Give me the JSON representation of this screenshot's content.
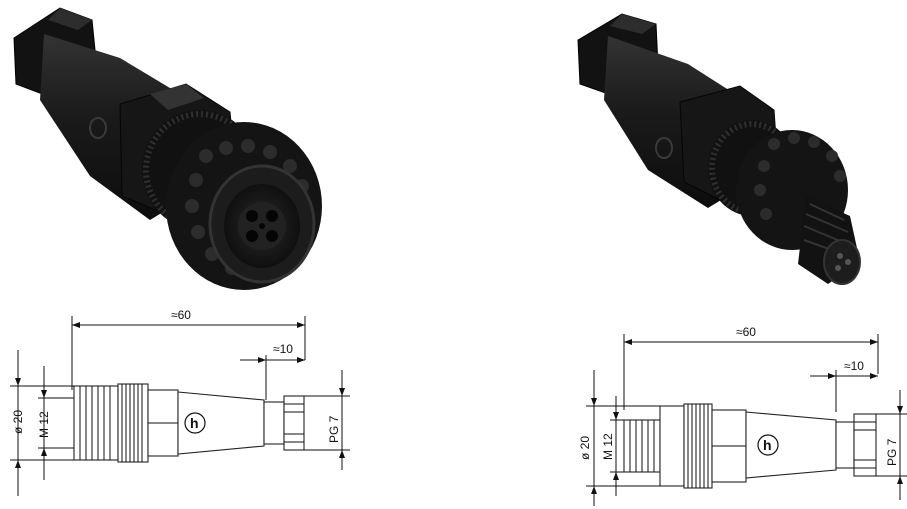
{
  "female": {
    "overall_length": "≈60",
    "end_length": "≈10",
    "outer_diameter": "ø 20",
    "thread": "M 12",
    "cable_gland": "PG 7",
    "logo": "h"
  },
  "male": {
    "overall_length": "≈60",
    "end_length": "≈10",
    "outer_diameter": "ø 20",
    "thread": "M 12",
    "cable_gland": "PG 7",
    "logo": "h"
  },
  "colors": {
    "connector_body": "#151515",
    "highlight": "#3a3a3a",
    "line": "#111111"
  }
}
